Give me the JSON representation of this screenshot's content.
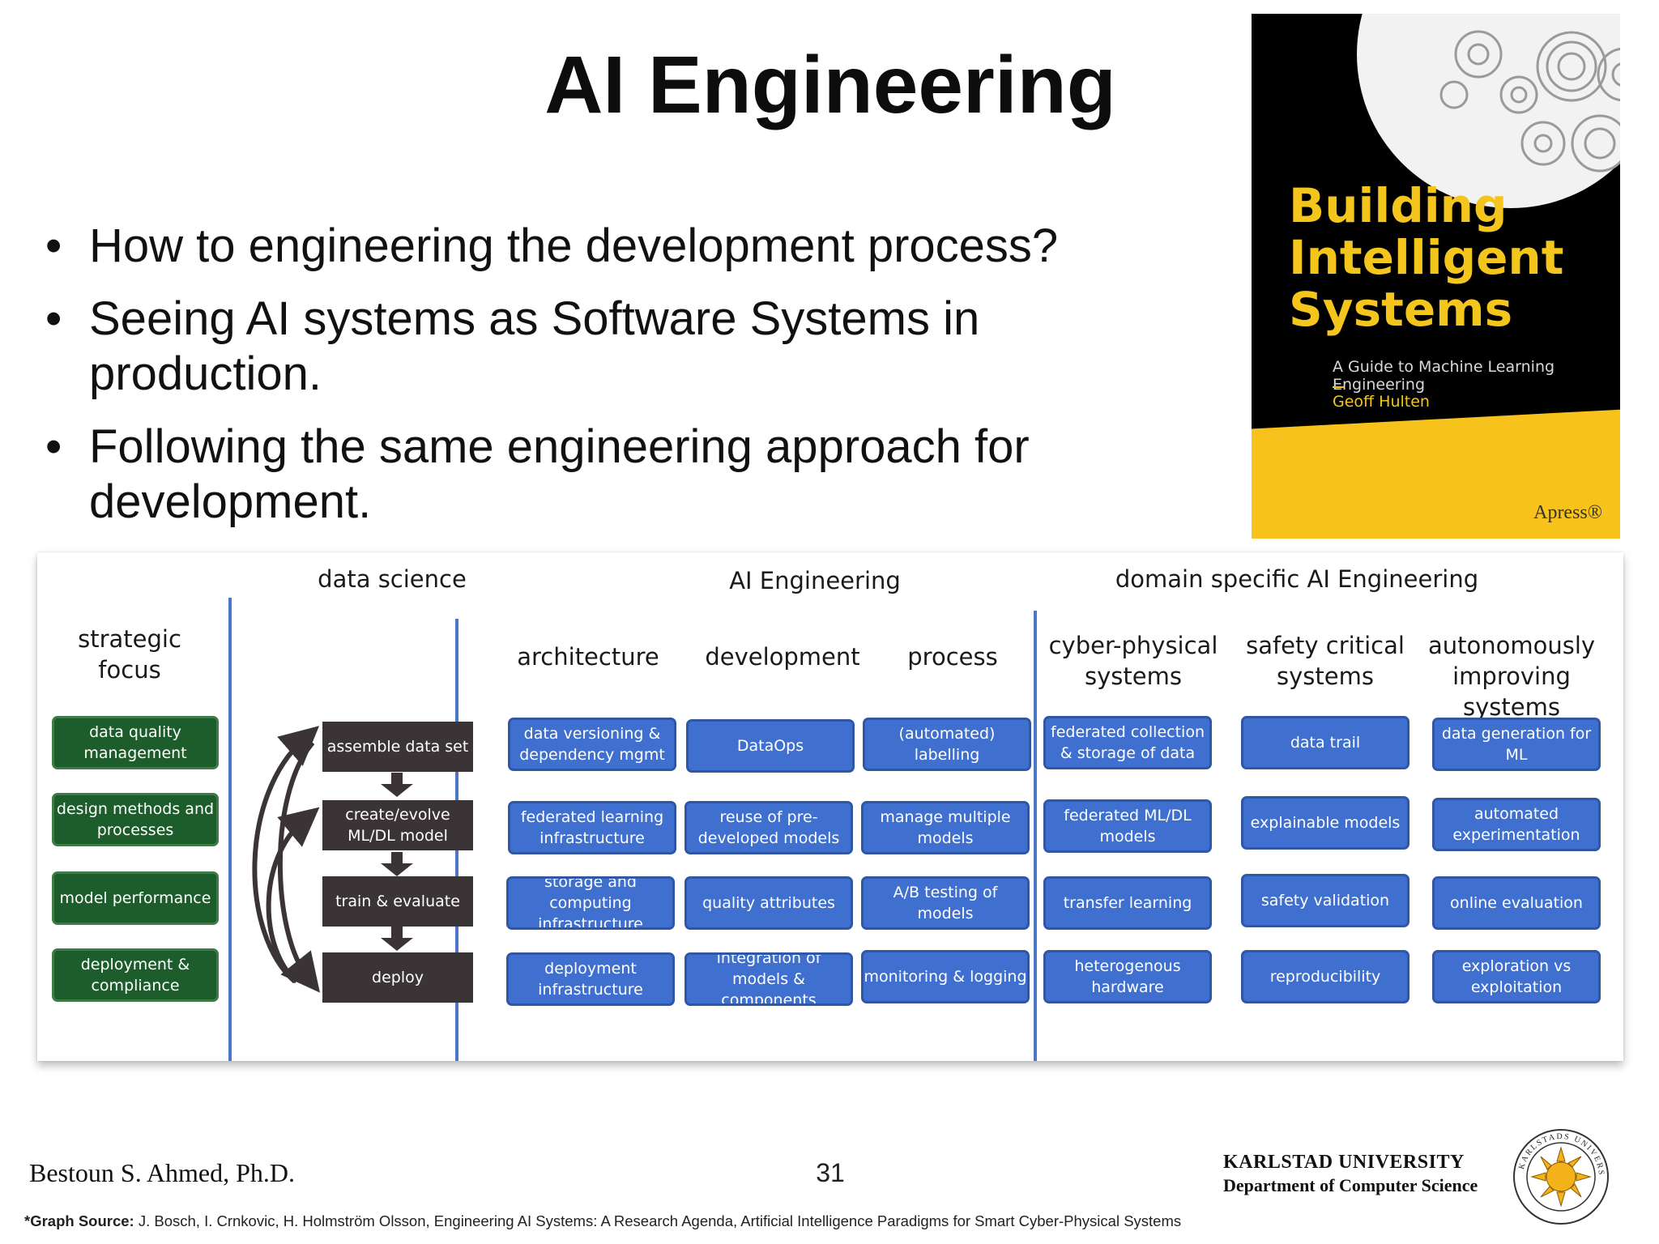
{
  "slide": {
    "title": "AI Engineering",
    "bullets": [
      "How to engineering the development process?",
      "Seeing AI systems as Software Systems in production.",
      "Following the same engineering approach for development."
    ],
    "bullet_glyph": "•"
  },
  "book": {
    "title_line1": "Building",
    "title_line2": "Intelligent",
    "title_line3": "Systems",
    "subtitle": "A Guide to Machine Learning Engineering",
    "author": "Geoff Hulten",
    "publisher": "Apress®",
    "colors": {
      "background": "#000000",
      "title": "#f4c51c",
      "band": "#f6c21b"
    },
    "icon": "gears-illustration"
  },
  "diagram": {
    "groups": {
      "data_science": "data science",
      "ai_engineering": "AI Engineering",
      "domain_specific": "domain specific AI Engineering"
    },
    "strategic_focus": {
      "label": "strategic focus",
      "items": [
        "data quality management",
        "design methods and processes",
        "model performance",
        "deployment & compliance"
      ]
    },
    "data_science_steps": [
      "assemble data set",
      "create/evolve ML/DL model",
      "train & evaluate",
      "deploy"
    ],
    "columns": {
      "architecture": {
        "label": "architecture",
        "items": [
          "data versioning & dependency mgmt",
          "federated learning infrastructure",
          "storage and computing infrastructure",
          "deployment infrastructure"
        ]
      },
      "development": {
        "label": "development",
        "items": [
          "DataOps",
          "reuse of pre-developed models",
          "quality attributes",
          "integration of models & components"
        ]
      },
      "process": {
        "label": "process",
        "items": [
          "(automated) labelling",
          "manage multiple models",
          "A/B testing of models",
          "monitoring & logging"
        ]
      },
      "cyber_physical": {
        "label": "cyber-physical systems",
        "items": [
          "federated collection & storage of data",
          "federated ML/DL models",
          "transfer learning",
          "heterogenous hardware"
        ]
      },
      "safety_critical": {
        "label": "safety critical systems",
        "items": [
          "data trail",
          "explainable models",
          "safety validation",
          "reproducibility"
        ]
      },
      "autonomous": {
        "label": "autonomously improving systems",
        "items": [
          "data generation for ML",
          "automated experimentation",
          "online evaluation",
          "exploration vs exploitation"
        ]
      }
    },
    "colors": {
      "green": "#1d5d2b",
      "dark": "#3b3437",
      "blue": "#3f6fcf",
      "divider": "#4a78c7"
    }
  },
  "footer": {
    "author": "Bestoun S. Ahmed, Ph.D.",
    "page_number": "31",
    "university": "KARLSTAD UNIVERSITY",
    "department": "Department of Computer Science",
    "seal_text": "KARLSTADS UNIVERSITET",
    "source_label": "*Graph Source:",
    "source_text": "J. Bosch, I. Crnkovic, H. Holmström Olsson, Engineering AI Systems: A Research Agenda, Artificial Intelligence Paradigms for Smart Cyber-Physical Systems"
  }
}
